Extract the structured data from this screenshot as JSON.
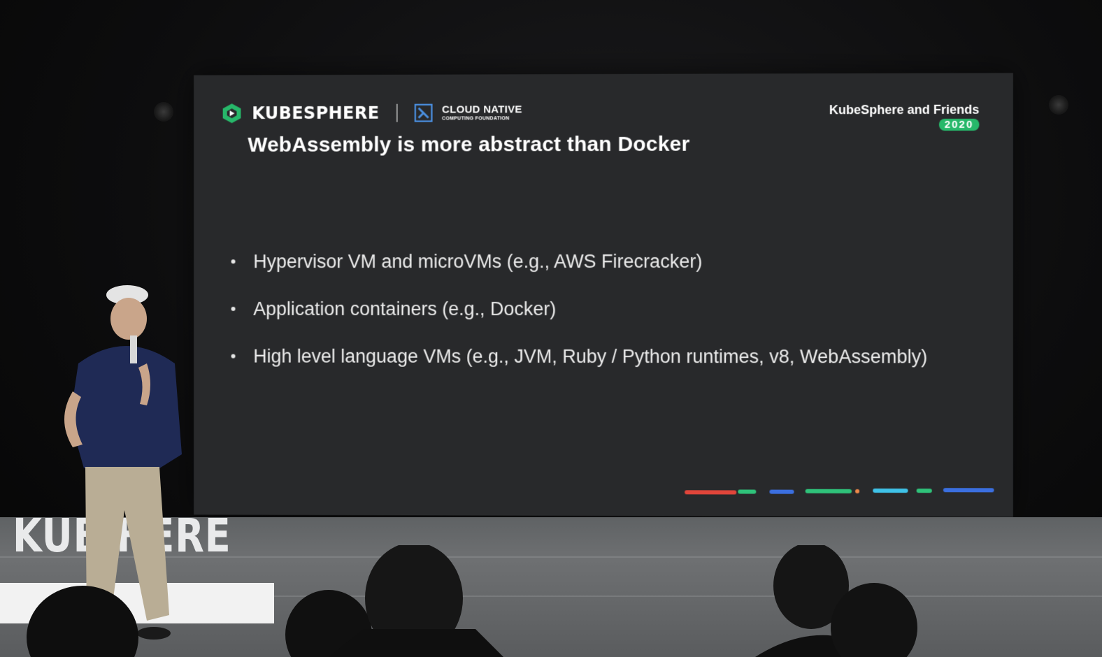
{
  "slide": {
    "brand": "KUBESPHERE",
    "partner_line1": "CLOUD NATIVE",
    "partner_line2": "COMPUTING FOUNDATION",
    "event_name": "KubeSphere and Friends",
    "event_year": "2020",
    "title": "WebAssembly is more abstract than Docker",
    "bullets": [
      "Hypervisor VM and microVMs (e.g., AWS Firecracker)",
      "Application containers (e.g., Docker)",
      "High level language VMs (e.g., JVM, Ruby / Python runtimes, v8, WebAssembly)"
    ]
  },
  "stage": {
    "backdrop_text": "KUB    HERE"
  },
  "colors": {
    "brand_green": "#27b86a",
    "bar_red": "#e0453a",
    "bar_green": "#2fc27a",
    "bar_blue": "#3b6fe0",
    "bar_cyan": "#3fc2e8"
  }
}
